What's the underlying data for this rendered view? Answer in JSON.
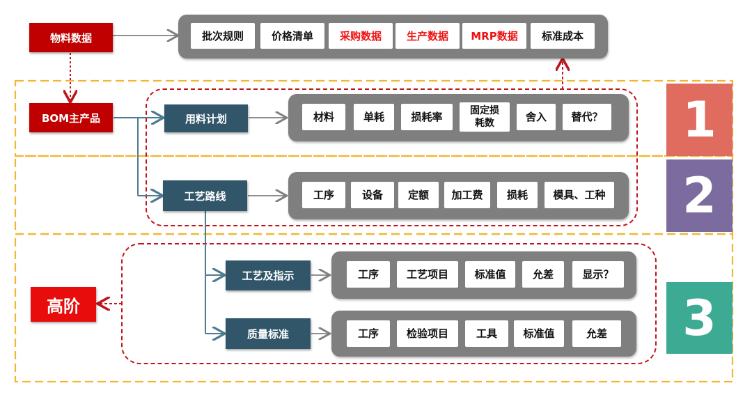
{
  "nodes": {
    "material_data": "物料数据",
    "bom": "BOM主产品",
    "material_plan": "用料计划",
    "routing": "工艺路线",
    "process_instructions": "工艺及指示",
    "quality_standard": "质量标准",
    "advanced": "高阶"
  },
  "top_items": [
    "批次规则",
    "价格清单",
    "采购数据",
    "生产数据",
    "MRP数据",
    "标准成本"
  ],
  "plan_items": [
    "材料",
    "单耗",
    "损耗率",
    "固定损\n耗数",
    "舍入",
    "替代？"
  ],
  "routing_items": [
    "工序",
    "设备",
    "定额",
    "加工费",
    "损耗",
    "模具、工种"
  ],
  "instruction_items": [
    "工序",
    "工艺项目",
    "标准值",
    "允差",
    "显示？"
  ],
  "quality_items": [
    "工序",
    "检验项目",
    "工具",
    "标准值",
    "允差"
  ],
  "numbers": [
    "1",
    "2",
    "3"
  ],
  "colors": {
    "red": "#c00000",
    "teal": "#31566a",
    "gray": "#7f7f7f",
    "block1": "#e06b5f",
    "block2": "#7b6b9e",
    "block3": "#3daa93",
    "dashed_yellow": "#f2b632",
    "dashed_red": "#c0141c",
    "highlight_text": "#ee1111"
  }
}
